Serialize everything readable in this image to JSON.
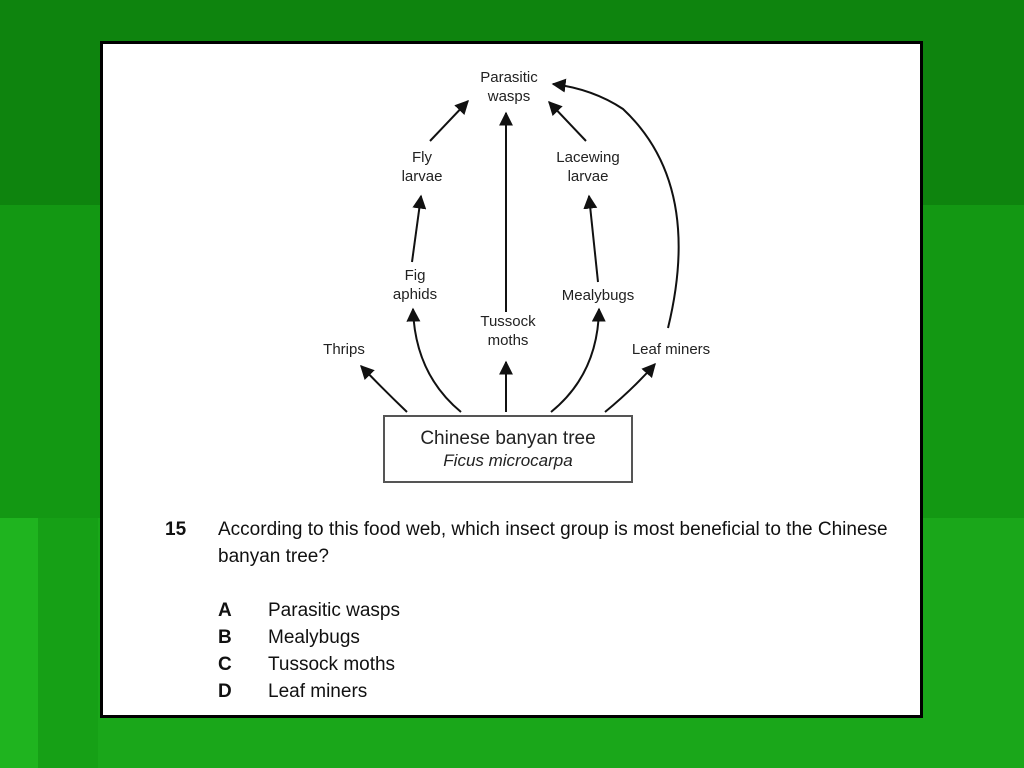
{
  "diagram": {
    "nodes": {
      "parasitic_wasps": "Parasitic\nwasps",
      "fly_larvae": "Fly\nlarvae",
      "lacewing_larvae": "Lacewing\nlarvae",
      "fig_aphids": "Fig\naphids",
      "mealybugs": "Mealybugs",
      "tussock_moths": "Tussock\nmoths",
      "thrips": "Thrips",
      "leaf_miners": "Leaf miners"
    },
    "tree": {
      "name": "Chinese banyan tree",
      "scientific": "Ficus microcarpa"
    },
    "edges": [
      [
        "tree",
        "thrips"
      ],
      [
        "tree",
        "fig_aphids"
      ],
      [
        "tree",
        "tussock_moths"
      ],
      [
        "tree",
        "mealybugs"
      ],
      [
        "tree",
        "leaf_miners"
      ],
      [
        "fig_aphids",
        "fly_larvae"
      ],
      [
        "mealybugs",
        "lacewing_larvae"
      ],
      [
        "fly_larvae",
        "parasitic_wasps"
      ],
      [
        "tussock_moths",
        "parasitic_wasps"
      ],
      [
        "lacewing_larvae",
        "parasitic_wasps"
      ],
      [
        "leaf_miners",
        "parasitic_wasps"
      ]
    ]
  },
  "question": {
    "number": "15",
    "text": "According to this food web, which insect group is most beneficial to the Chinese banyan tree?",
    "options": [
      {
        "letter": "A",
        "text": "Parasitic wasps"
      },
      {
        "letter": "B",
        "text": "Mealybugs"
      },
      {
        "letter": "C",
        "text": "Tussock moths"
      },
      {
        "letter": "D",
        "text": "Leaf miners"
      }
    ]
  }
}
